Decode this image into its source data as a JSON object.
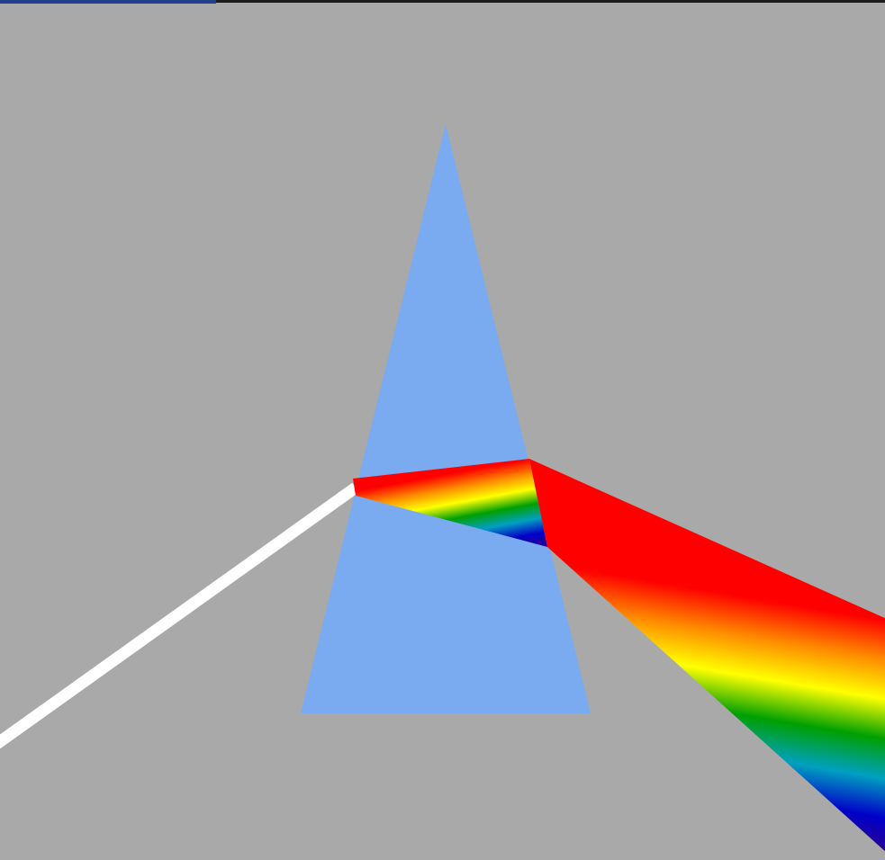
{
  "colors": {
    "background": "#a9a9a9",
    "prism": "#7aaaf0",
    "incident_beam": "#ffffff",
    "frame_top": "#1b1b1b",
    "frame_accent": "#1f3f8f"
  },
  "spectrum": [
    {
      "name": "red",
      "color": "#ff0000"
    },
    {
      "name": "orange",
      "color": "#ff8c00"
    },
    {
      "name": "yellow",
      "color": "#ffff00"
    },
    {
      "name": "green",
      "color": "#00a000"
    },
    {
      "name": "cyan",
      "color": "#00a0c0"
    },
    {
      "name": "blue",
      "color": "#0000c8"
    },
    {
      "name": "violet",
      "color": "#30008a"
    }
  ]
}
